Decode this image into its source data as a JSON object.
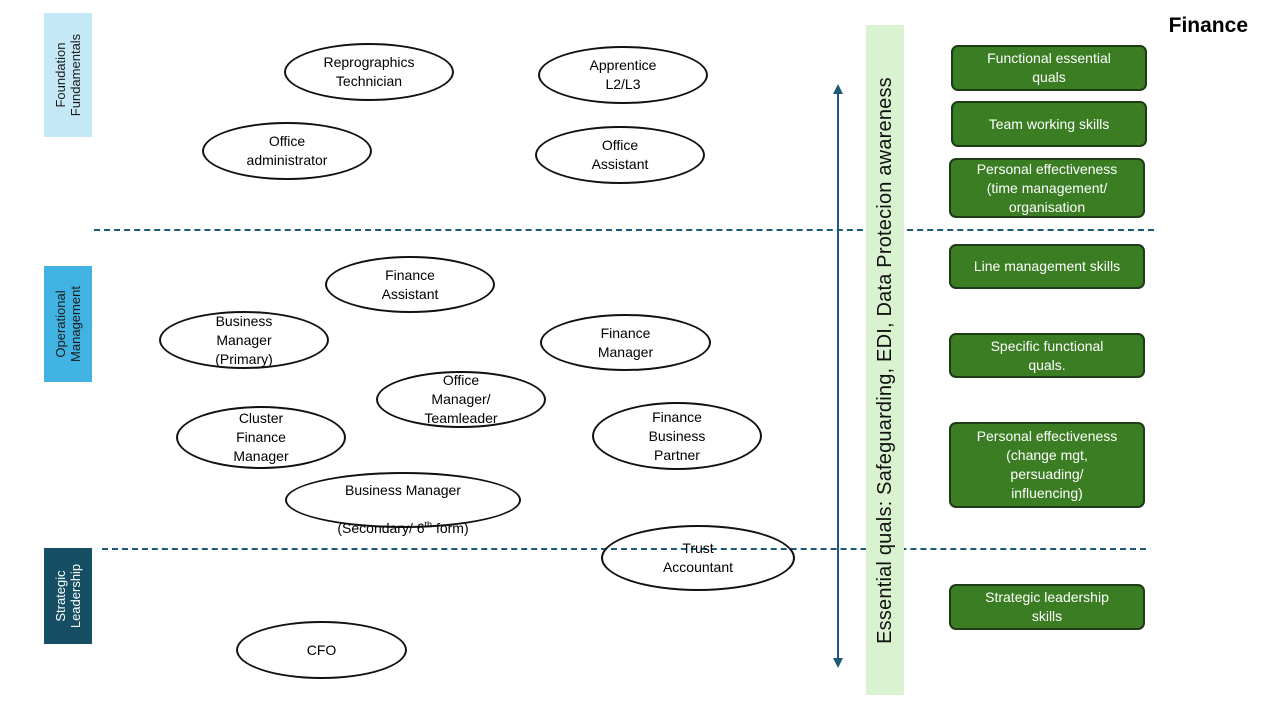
{
  "title": "Finance",
  "bands": {
    "foundation": "Foundation\nFundamentals",
    "operational": "Operational\nManagement",
    "strategic": "Strategic\nLeadership"
  },
  "roles": {
    "reprographics": "Reprographics\nTechnician",
    "apprentice": "Apprentice\nL2/L3",
    "office_admin": "Office\nadministrator",
    "office_assistant": "Office\nAssistant",
    "finance_assistant": "Finance\nAssistant",
    "business_manager_primary": "Business\nManager\n(Primary)",
    "finance_manager": "Finance\nManager",
    "office_manager": "Office\nManager/\nTeamleader",
    "cluster_finance_manager": "Cluster\nFinance\nManager",
    "finance_business_partner": "Finance\nBusiness\nPartner",
    "business_manager_secondary_line1": "Business Manager",
    "business_manager_secondary_line2_pre": "(Secondary/ 6",
    "business_manager_secondary_sup": "th",
    "business_manager_secondary_line2_post": " form)",
    "trust_accountant": "Trust\nAccountant",
    "cfo": "CFO"
  },
  "essential_quals": "Essential quals:  Safeguarding, EDI, Data Protecion awareness",
  "skills": {
    "functional_essential": "Functional essential\nquals",
    "team_working": "Team working skills",
    "personal_eff_1": "Personal effectiveness\n(time management/\norganisation",
    "line_management": "Line management skills",
    "specific_functional": "Specific functional\nquals.",
    "personal_eff_2": "Personal effectiveness\n(change mgt,\npersuading/\ninfluencing)",
    "strategic_leadership": "Strategic leadership\nskills"
  },
  "colors": {
    "skill_green": "#3a7d22",
    "foundation_band": "#c5e8f7",
    "operational_band": "#41b3e3",
    "strategic_band": "#164f63",
    "essential_bg": "#d9f2d0",
    "divider": "#1d5a78"
  }
}
